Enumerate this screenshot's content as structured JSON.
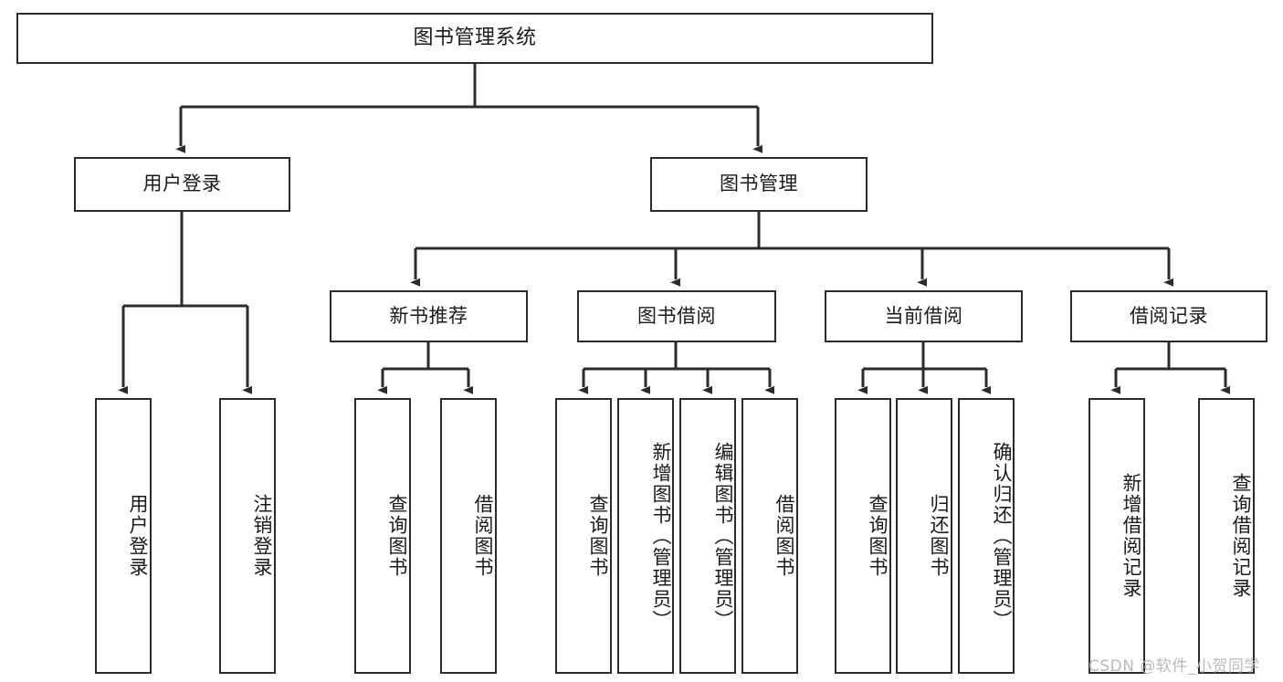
{
  "diagram": {
    "title": "图书管理系统",
    "type": "tree",
    "stroke_color": "#2b2b2b",
    "fill_color": "#ffffff",
    "background": "#ffffff",
    "levels": {
      "root": {
        "label": "图书管理系统"
      },
      "level1": [
        {
          "label": "用户登录"
        },
        {
          "label": "图书管理"
        }
      ],
      "level2": [
        {
          "label": "新书推荐"
        },
        {
          "label": "图书借阅"
        },
        {
          "label": "当前借阅"
        },
        {
          "label": "借阅记录"
        }
      ],
      "leaves_user_login": [
        {
          "label": "用户登录"
        },
        {
          "label": "注销登录"
        }
      ],
      "leaves_new_book": [
        {
          "label": "查询图书"
        },
        {
          "label": "借阅图书"
        }
      ],
      "leaves_borrow": [
        {
          "label": "查询图书"
        },
        {
          "label": "新增图书（管理员）"
        },
        {
          "label": "编辑图书（管理员）"
        },
        {
          "label": "借阅图书"
        }
      ],
      "leaves_current": [
        {
          "label": "查询图书"
        },
        {
          "label": "归还图书"
        },
        {
          "label": "确认归还（管理员）"
        }
      ],
      "leaves_record": [
        {
          "label": "新增借阅记录"
        },
        {
          "label": "查询借阅记录"
        }
      ]
    }
  },
  "watermark": {
    "text": "CSDN @软件_小贺同学",
    "color": "#b9b9b9"
  }
}
